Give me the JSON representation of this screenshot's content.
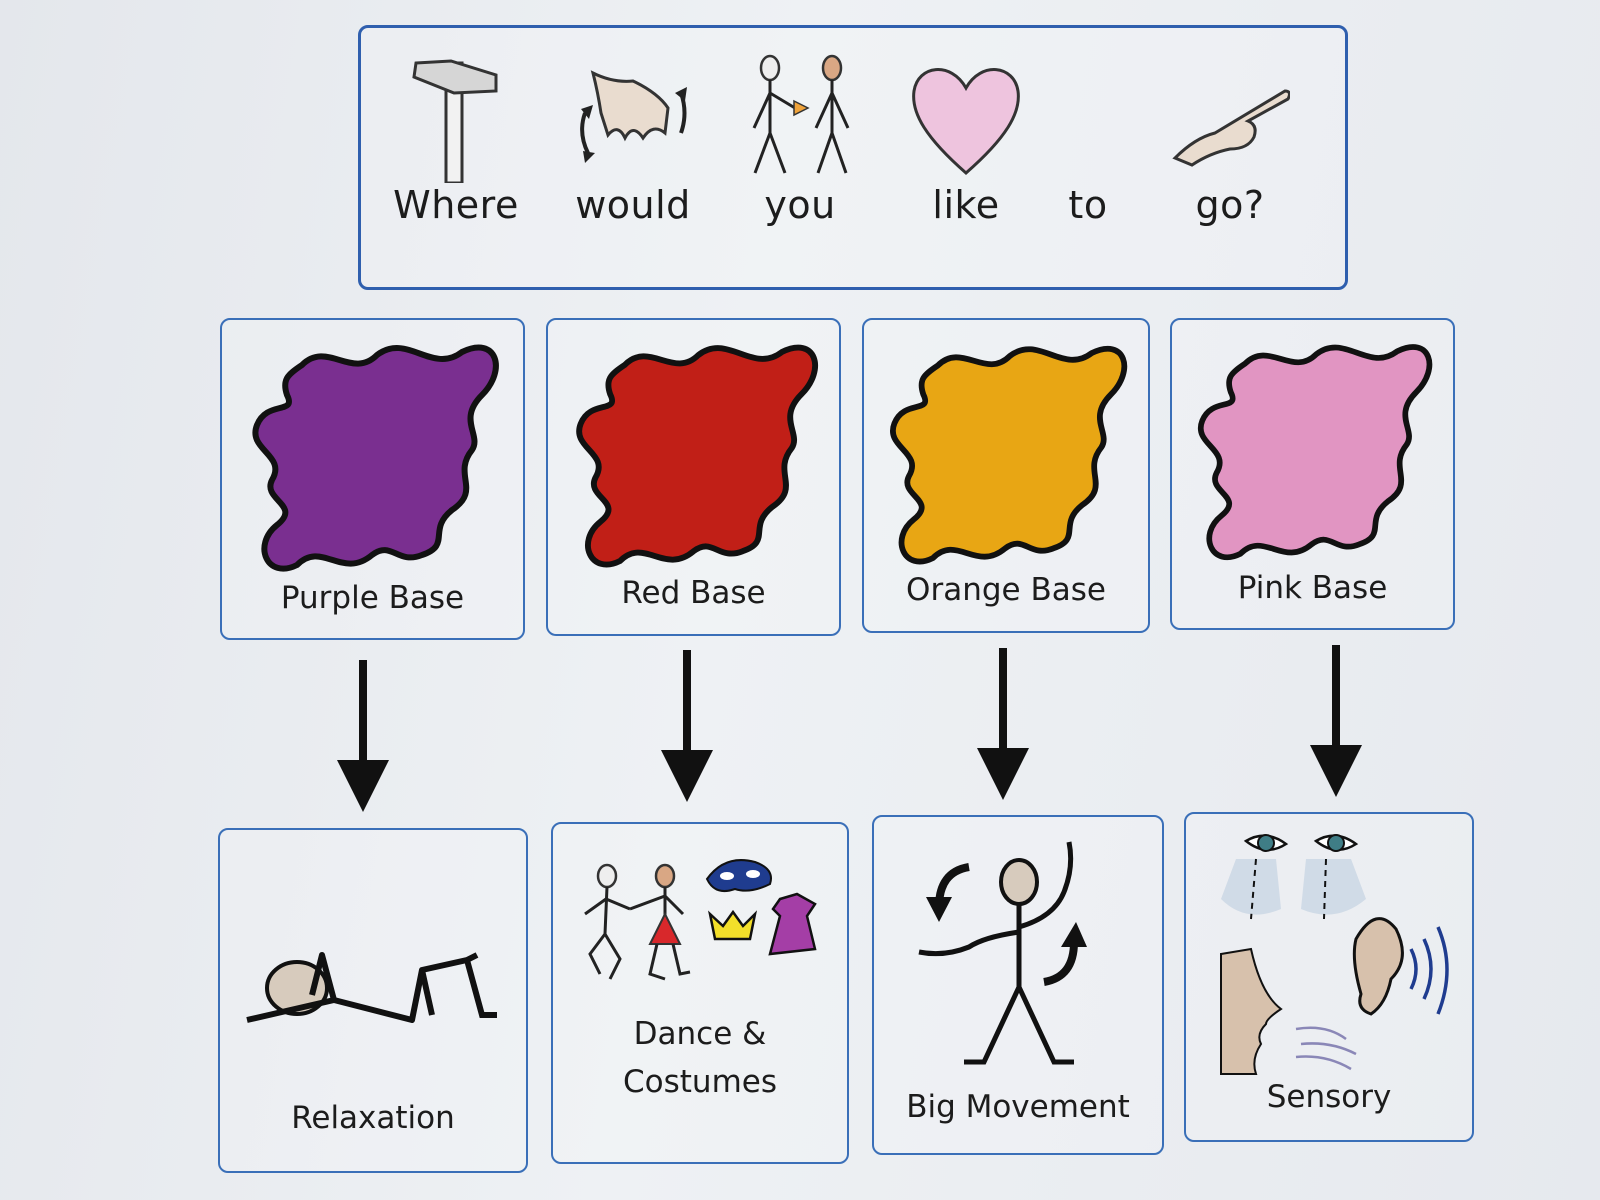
{
  "question": {
    "words": [
      {
        "text": "Where",
        "icon": "signpost-icon"
      },
      {
        "text": "would",
        "icon": "hand-icon"
      },
      {
        "text": "you",
        "icon": "two-people-pointing-icon"
      },
      {
        "text": "like",
        "icon": "heart-icon"
      },
      {
        "text": "to",
        "icon": ""
      },
      {
        "text": "go?",
        "icon": "pointing-hand-icon"
      }
    ]
  },
  "bases": [
    {
      "label": "Purple Base",
      "color": "#7a2f90"
    },
    {
      "label": "Red Base",
      "color": "#c11f17"
    },
    {
      "label": "Orange Base",
      "color": "#e8a614"
    },
    {
      "label": "Pink Base",
      "color": "#e195c2"
    }
  ],
  "activities": [
    {
      "label": "Relaxation",
      "icon": "lying-person-icon"
    },
    {
      "label_line1": "Dance &",
      "label_line2": "Costumes",
      "icon": "dance-costumes-icon"
    },
    {
      "label": "Big Movement",
      "icon": "moving-person-icon"
    },
    {
      "label": "Sensory",
      "icon": "senses-icon"
    }
  ]
}
